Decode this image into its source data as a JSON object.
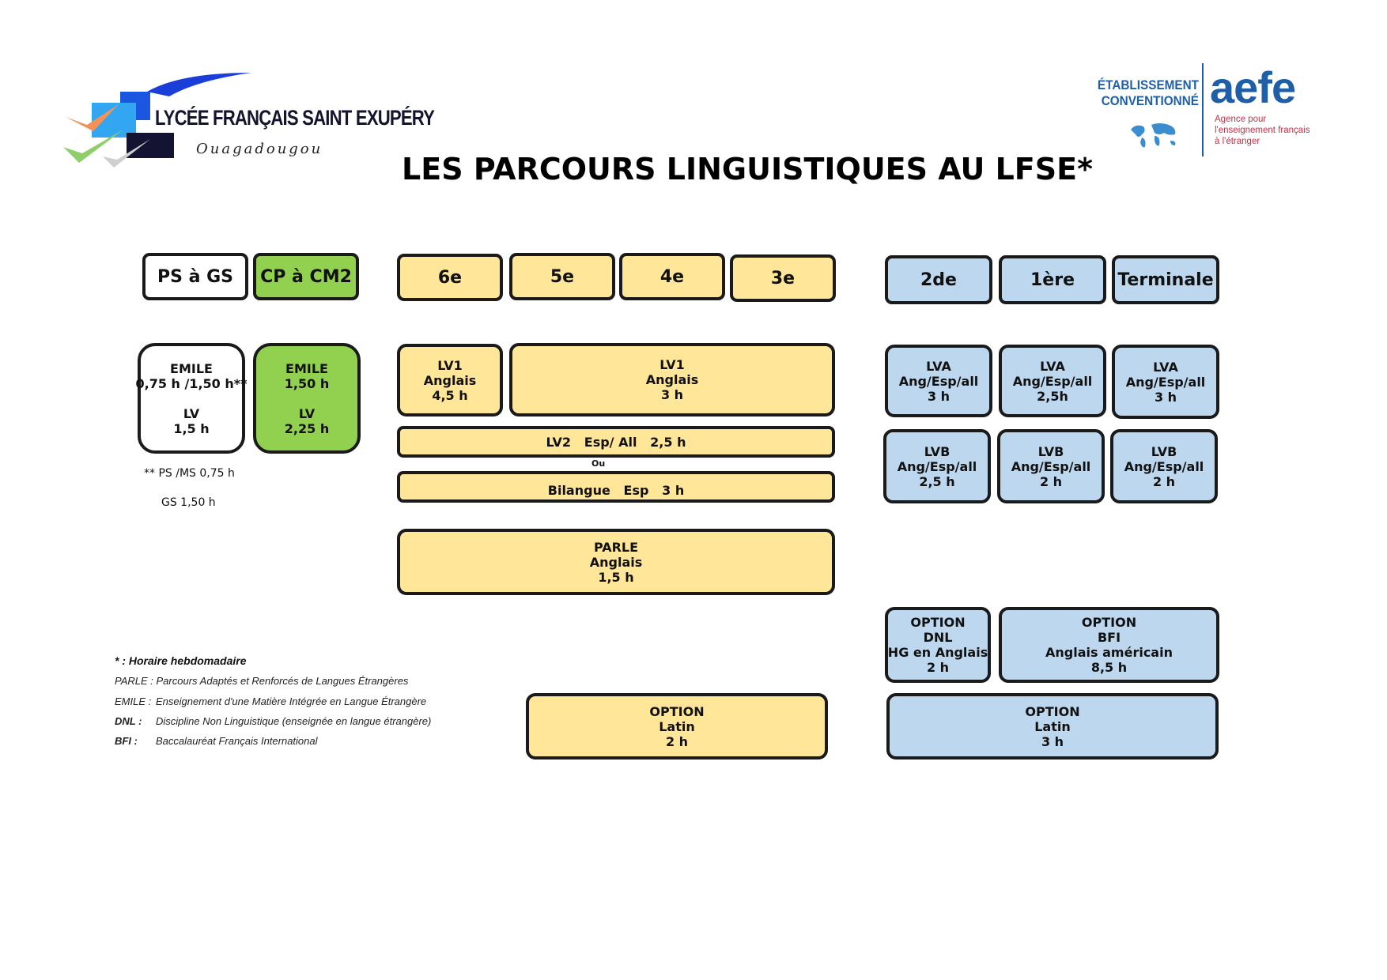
{
  "logo_left": {
    "name": "LYCÉE FRANÇAIS SAINT EXUPÉRY",
    "city": "Ouagadougou"
  },
  "logo_right": {
    "etab_line1": "ÉTABLISSEMENT",
    "etab_line2": "CONVENTIONNÉ",
    "brand": "aefe",
    "sub_line1": "Agence pour",
    "sub_line2": "l'enseignement français",
    "sub_line3": "à l'étranger"
  },
  "title": "LES PARCOURS LINGUISTIQUES AU LFSE*",
  "levels": {
    "ps_gs": "PS à GS",
    "cp_cm2": "CP à CM2",
    "sixieme": "6e",
    "cinquieme": "5e",
    "quatrieme": "4e",
    "troisieme": "3e",
    "seconde": "2de",
    "premiere": "1ère",
    "terminale": "Terminale"
  },
  "maternelle": {
    "l1": "EMILE",
    "l2": "0,75 h /1,50 h**",
    "l3": "LV",
    "l4": "1,5 h"
  },
  "elementaire": {
    "l1": "EMILE",
    "l2": "1,50 h",
    "l3": "LV",
    "l4": "2,25 h"
  },
  "maternelle_note": {
    "line1": "** PS /MS 0,75 h",
    "line2": "GS 1,50 h"
  },
  "college": {
    "lv1_6e": {
      "l1": "LV1",
      "l2": "Anglais",
      "l3": "4,5 h"
    },
    "lv1_5e3e": {
      "l1": "LV1",
      "l2": "Anglais",
      "l3": "3 h"
    },
    "lv2": "LV2   Esp/ All   2,5 h",
    "ou": "Ou",
    "bilangue": "Bilangue   Esp   3 h",
    "parle": {
      "l1": "PARLE",
      "l2": "Anglais",
      "l3": "1,5 h"
    },
    "option_latin": {
      "l1": "OPTION",
      "l2": "Latin",
      "l3": "2 h"
    }
  },
  "lycee": {
    "lva_2de": {
      "l1": "LVA",
      "l2": "Ang/Esp/all",
      "l3": "3 h"
    },
    "lva_1ere": {
      "l1": "LVA",
      "l2": "Ang/Esp/all",
      "l3": "2,5h"
    },
    "lva_term": {
      "l1": "LVA",
      "l2": "Ang/Esp/all",
      "l3": "3 h"
    },
    "lvb_2de": {
      "l1": "LVB",
      "l2": "Ang/Esp/all",
      "l3": "2,5 h"
    },
    "lvb_1ere": {
      "l1": "LVB",
      "l2": "Ang/Esp/all",
      "l3": "2 h"
    },
    "lvb_term": {
      "l1": "LVB",
      "l2": "Ang/Esp/all",
      "l3": "2 h"
    },
    "option_dnl": {
      "l1": "OPTION",
      "l2": "DNL",
      "l3": "HG en Anglais",
      "l4": "2 h"
    },
    "option_bfi": {
      "l1": "OPTION",
      "l2": "BFI",
      "l3": "Anglais américain",
      "l4": "8,5 h"
    },
    "option_latin": {
      "l1": "OPTION",
      "l2": "Latin",
      "l3": "3 h"
    }
  },
  "legend": {
    "star": "* :  Horaire hebdomadaire",
    "parle": "PARLE : Parcours Adaptés et Renforcés de Langues Étrangères",
    "emile_k": "EMILE :",
    "emile_v": "Enseignement d'une Matière Intégrée en Langue Étrangère",
    "dnl_k": "DNL :",
    "dnl_v": "Discipline Non Linguistique (enseignée en langue étrangère)",
    "bfi_k": "BFI :",
    "bfi_v": "Baccalauréat Français International"
  },
  "colors": {
    "green": "#92d050",
    "yellow": "#ffe699",
    "blue": "#bdd7ee",
    "aefe_blue": "#1f5fa8",
    "aefe_red": "#c0334a"
  }
}
